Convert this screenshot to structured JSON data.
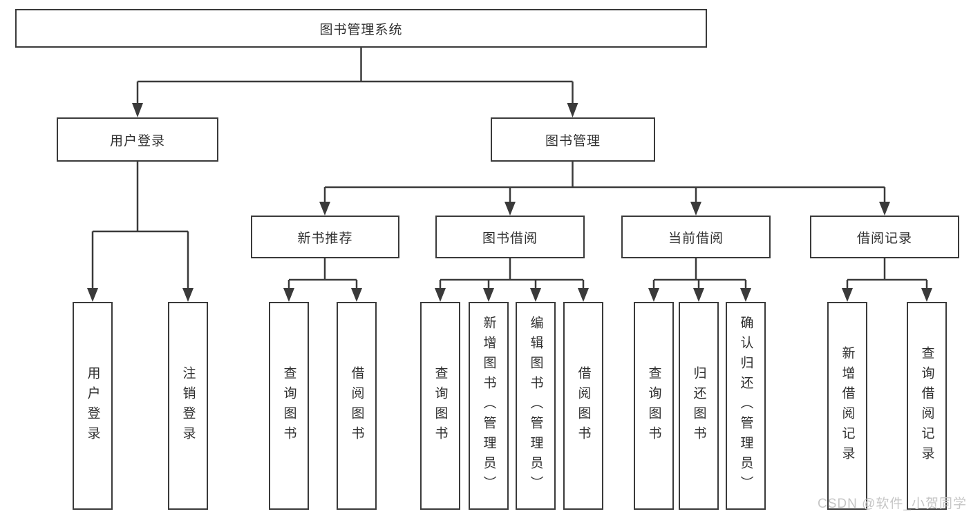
{
  "tree": {
    "root": "图书管理系统",
    "branches": {
      "user_login": "用户登录",
      "book_management": "图书管理"
    },
    "modules": {
      "new_book_recommend": "新书推荐",
      "book_borrowing": "图书借阅",
      "current_borrowing": "当前借阅",
      "borrowing_records": "借阅记录"
    },
    "leaves": {
      "login": "用户登录",
      "logout": "注销登录",
      "recommend_query_book": "查询图书",
      "recommend_borrow_book": "借阅图书",
      "borrowing_query_book": "查询图书",
      "borrowing_add_book": "新增图书（管理员）",
      "borrowing_edit_book": "编辑图书（管理员）",
      "borrowing_borrow_book": "借阅图书",
      "current_query_book": "查询图书",
      "current_return_book": "归还图书",
      "current_confirm_return": "确认归还（管理员）",
      "records_add_record": "新增借阅记录",
      "records_query_record": "查询借阅记录"
    }
  },
  "watermark": "CSDN @软件_小贺同学",
  "colors": {
    "line": "#3a3a3a",
    "box_border": "#3a3a3a",
    "box_fill": "#ffffff",
    "text": "#2f2f2f",
    "watermark": "#c6c6c6"
  }
}
